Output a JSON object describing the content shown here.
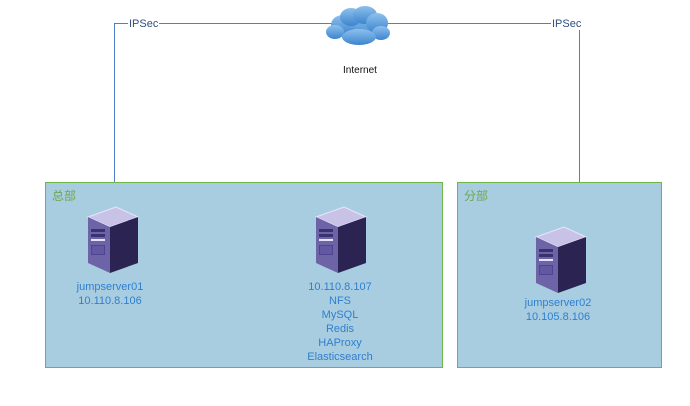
{
  "network": {
    "cloud_label": "Internet",
    "ipsec_left_label": "IPSec",
    "ipsec_right_label": "IPSec"
  },
  "sites": {
    "hq": {
      "title": "总部",
      "servers": [
        {
          "lines": [
            "jumpserver01",
            "10.110.8.106"
          ]
        },
        {
          "lines": [
            "10.110.8.107",
            "NFS",
            "MySQL",
            "Redis",
            "HAProxy",
            "Elasticsearch"
          ]
        }
      ]
    },
    "branch": {
      "title": "分部",
      "servers": [
        {
          "lines": [
            "jumpserver02",
            "10.105.8.106"
          ]
        }
      ]
    }
  },
  "colors": {
    "link_line": "#4f7fc6",
    "site_fill": "#a9cde0",
    "site_border": "#6fb54a",
    "server_text": "#2f7fd0",
    "cloud": "#5b9bd5"
  }
}
